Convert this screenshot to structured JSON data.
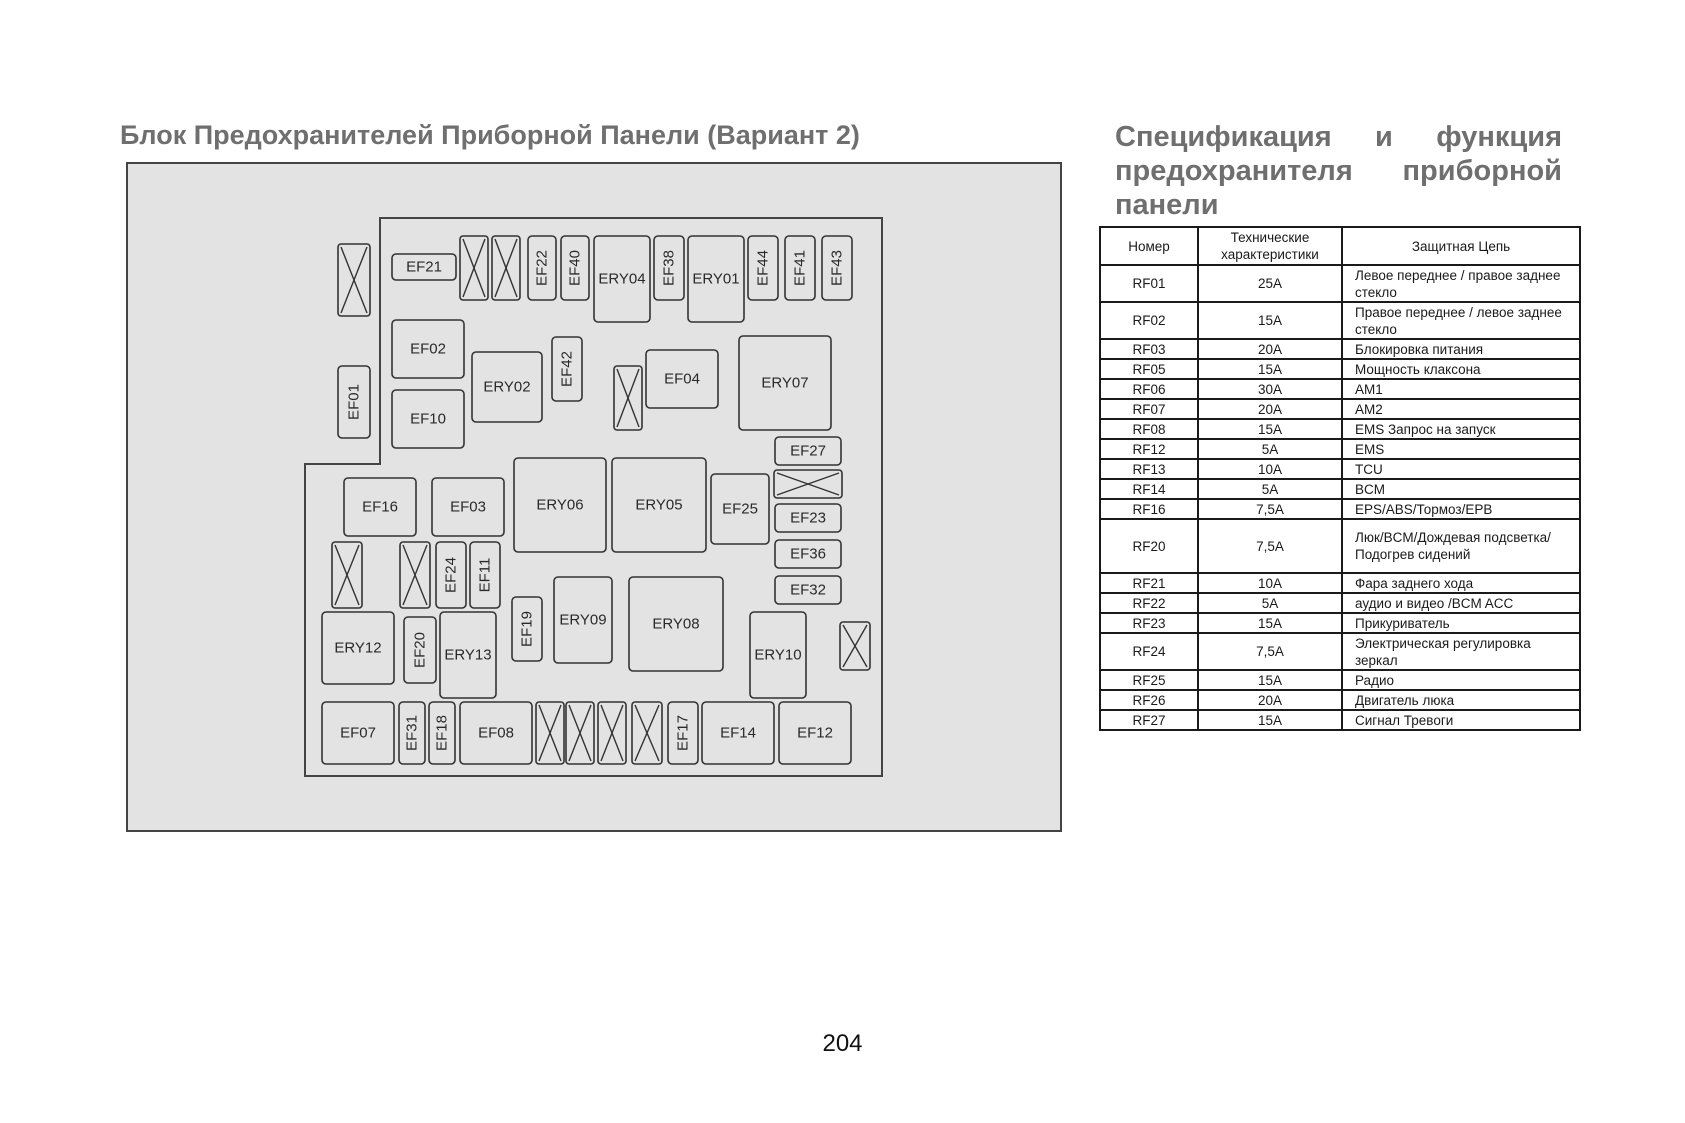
{
  "left_title": "Блок Предохранителей Приборной Панели (Вариант 2)",
  "right_title": "Спецификация и функция предохранителя приборной панели",
  "table": {
    "headers": [
      "Номер",
      "Технические характеристики",
      "Защитная Цепь"
    ],
    "rows": [
      {
        "id": "RF01",
        "rating": "25A",
        "circuit": "Левое переднее / правое заднее стекло"
      },
      {
        "id": "RF02",
        "rating": "15A",
        "circuit": "Правое переднее / левое заднее стекло"
      },
      {
        "id": "RF03",
        "rating": "20A",
        "circuit": "Блокировка питания"
      },
      {
        "id": "RF05",
        "rating": "15A",
        "circuit": "Мощность клаксона"
      },
      {
        "id": "RF06",
        "rating": "30A",
        "circuit": "AM1"
      },
      {
        "id": "RF07",
        "rating": "20A",
        "circuit": "AM2"
      },
      {
        "id": "RF08",
        "rating": "15A",
        "circuit": "EMS Запрос на запуск"
      },
      {
        "id": "RF12",
        "rating": "5A",
        "circuit": "EMS"
      },
      {
        "id": "RF13",
        "rating": "10A",
        "circuit": "TCU"
      },
      {
        "id": "RF14",
        "rating": "5A",
        "circuit": "BCM"
      },
      {
        "id": "RF16",
        "rating": "7,5A",
        "circuit": "EPS/ABS/Тормоз/EPB"
      },
      {
        "id": "RF20",
        "rating": "7,5A",
        "circuit": "Люк/BCM/Дождевая подсветка/Подогрев сидений"
      },
      {
        "id": "RF21",
        "rating": "10A",
        "circuit": "Фара заднего хода"
      },
      {
        "id": "RF22",
        "rating": "5A",
        "circuit": "аудио и видео /BCM ACC"
      },
      {
        "id": "RF23",
        "rating": "15A",
        "circuit": "Прикуриватель"
      },
      {
        "id": "RF24",
        "rating": "7,5A",
        "circuit": "Электрическая регулировка зеркал"
      },
      {
        "id": "RF25",
        "rating": "15A",
        "circuit": "Радио"
      },
      {
        "id": "RF26",
        "rating": "20A",
        "circuit": "Двигатель люка"
      },
      {
        "id": "RF27",
        "rating": "15A",
        "circuit": "Сигнал Тревоги"
      }
    ]
  },
  "diagram": {
    "labels": {
      "EF21": "EF21",
      "EF22": "EF22",
      "EF40": "EF40",
      "ERY04": "ERY04",
      "EF38": "EF38",
      "ERY01": "ERY01",
      "EF44": "EF44",
      "EF41": "EF41",
      "EF43": "EF43",
      "EF01": "EF01",
      "EF02": "EF02",
      "EF10": "EF10",
      "ERY02": "ERY02",
      "EF42": "EF42",
      "EF04": "EF04",
      "ERY07": "ERY07",
      "EF27": "EF27",
      "EF16": "EF16",
      "EF03": "EF03",
      "ERY06": "ERY06",
      "ERY05": "ERY05",
      "EF25": "EF25",
      "EF23": "EF23",
      "EF36": "EF36",
      "EF32": "EF32",
      "EF24": "EF24",
      "EF11": "EF11",
      "ERY12": "ERY12",
      "EF20": "EF20",
      "ERY13": "ERY13",
      "EF19": "EF19",
      "ERY09": "ERY09",
      "ERY08": "ERY08",
      "ERY10": "ERY10",
      "EF07": "EF07",
      "EF31": "EF31",
      "EF18": "EF18",
      "EF08": "EF08",
      "EF17": "EF17",
      "EF14": "EF14",
      "EF12": "EF12"
    }
  },
  "page_number": "204"
}
